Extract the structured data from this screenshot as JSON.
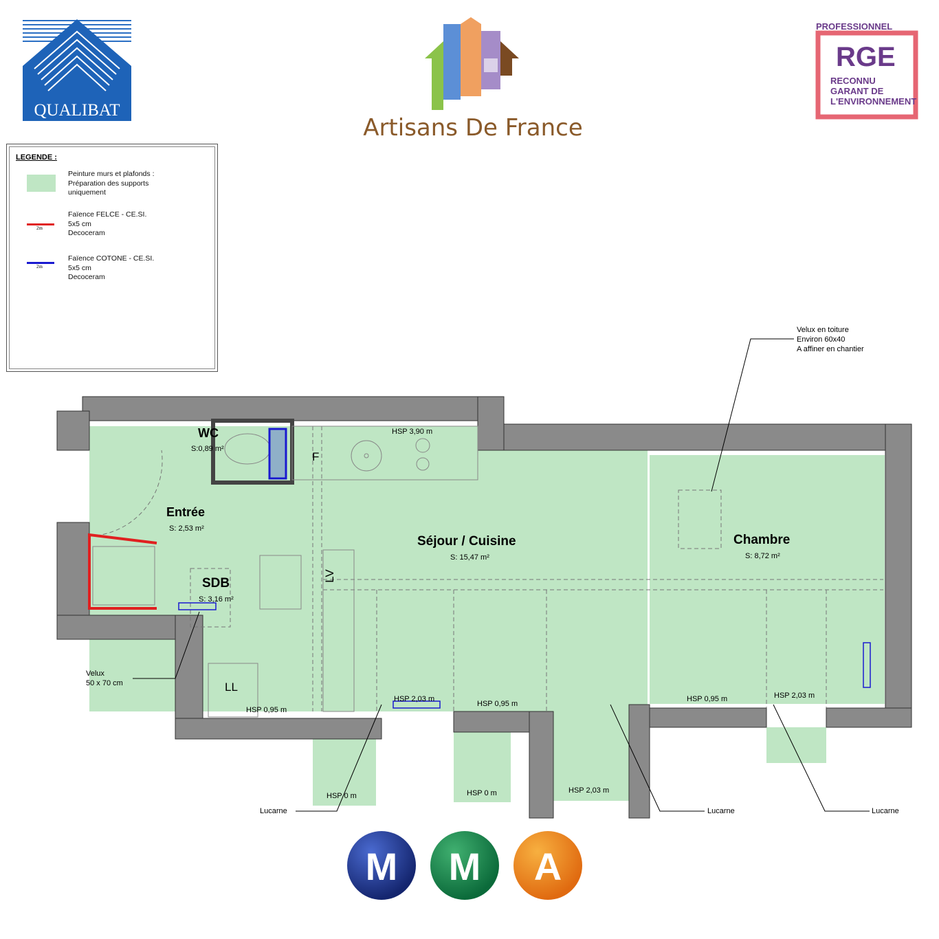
{
  "logos": {
    "qualibat": "QUALIBAT",
    "artisans": "Artisans De France",
    "rge": {
      "top": "PROFESSIONNEL",
      "main": "RGE",
      "lines": [
        "RECONNU",
        "GARANT DE",
        "L'ENVIRONNEMENT"
      ]
    },
    "mma": [
      "M",
      "M",
      "A"
    ]
  },
  "legend": {
    "title": "LEGENDE :",
    "items": [
      {
        "lines": [
          "Peinture murs et plafonds :",
          "Préparation des supports",
          "uniquement"
        ],
        "color": "#bfe6c4"
      },
      {
        "lines": [
          "Faïence FELCE - CE.SI.",
          "5x5 cm",
          "Decoceram"
        ],
        "color": "#e02020",
        "mark": "2m"
      },
      {
        "lines": [
          "Faïence COTONE - CE.SI.",
          "5x5 cm",
          "Decoceram"
        ],
        "color": "#1a1ad0",
        "mark": "2m"
      }
    ]
  },
  "rooms": {
    "wc": {
      "name": "WC",
      "area": "S:0,89 m²"
    },
    "entree": {
      "name": "Entrée",
      "area": "S: 2,53 m²"
    },
    "sejour": {
      "name": "Séjour / Cuisine",
      "area": "S: 15,47 m²"
    },
    "chambre": {
      "name": "Chambre",
      "area": "S: 8,72 m²"
    },
    "sdb": {
      "name": "SDB",
      "area": "S: 3,16 m²"
    }
  },
  "fixtures": {
    "fridge": "F",
    "dishwasher": "LV",
    "laundry": "LL"
  },
  "heights": {
    "top": "HSP 3,90 m",
    "sdb": "HSP 0,95 m",
    "sejour_a": "HSP 2,03 m",
    "sejour_b": "HSP 0,95 m",
    "chambre_a": "HSP 0,95 m",
    "chambre_b": "HSP 2,03 m",
    "luc1": "HSP 0 m",
    "luc2": "HSP 0 m",
    "bottom": "HSP 2,03 m"
  },
  "annotations": {
    "velux_roof": [
      "Velux en toiture",
      "Environ 60x40",
      "A affiner en chantier"
    ],
    "velux_sdb": [
      "Velux",
      "50 x 70 cm"
    ],
    "lucarne1": "Lucarne",
    "lucarne2": "Lucarne",
    "lucarne3": "Lucarne"
  },
  "colors": {
    "wall": "#8a8a8a",
    "floor": "#bfe6c4",
    "felce": "#e02020",
    "cotone": "#1a1ad0"
  }
}
